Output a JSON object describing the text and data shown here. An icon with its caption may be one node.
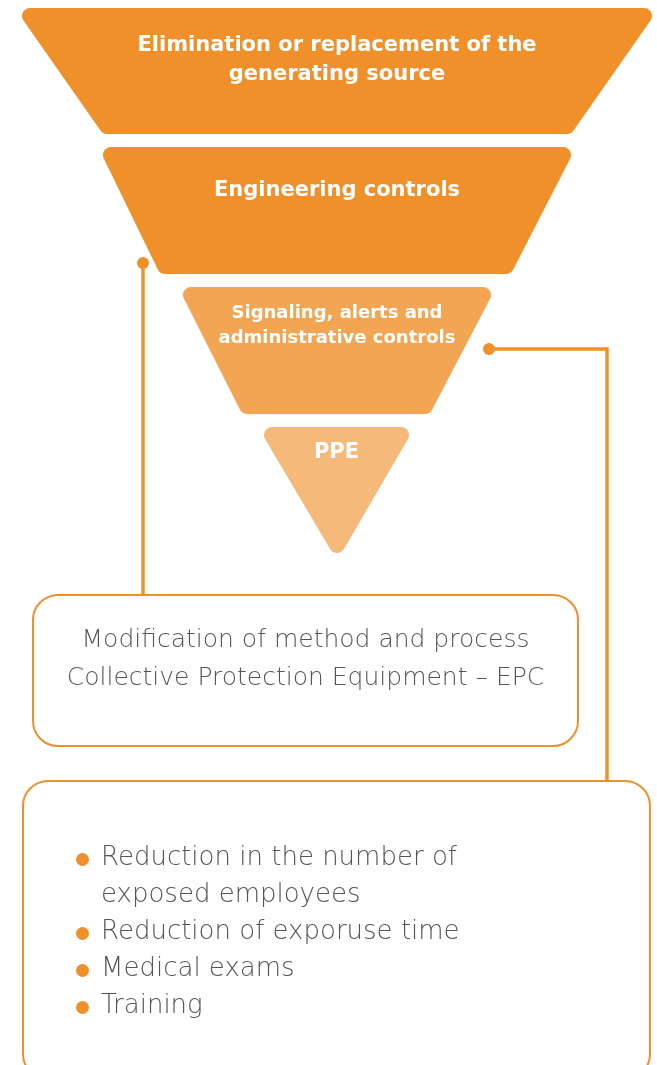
{
  "diagram": {
    "nodes": [
      {
        "text": [
          "Elimination or replacement of the generating source"
        ]
      },
      {
        "text": [
          "Engineering controls"
        ]
      },
      {
        "text": [
          "Signaling, alerts and administrative controls"
        ]
      },
      {
        "text": [
          "PPE"
        ]
      },
      {
        "text": [
          "Modification of method and process Collective Protection Equipment – EPC"
        ]
      },
      {
        "text": [
          "Reduction in the number of exposed employees",
          "Reduction of exporuse time",
          "Medical exams",
          "Training"
        ]
      }
    ],
    "edges": [
      {
        "from": 1,
        "to": 4,
        "arrow": "other"
      },
      {
        "from": 2,
        "to": 5,
        "arrow": "other"
      }
    ]
  }
}
